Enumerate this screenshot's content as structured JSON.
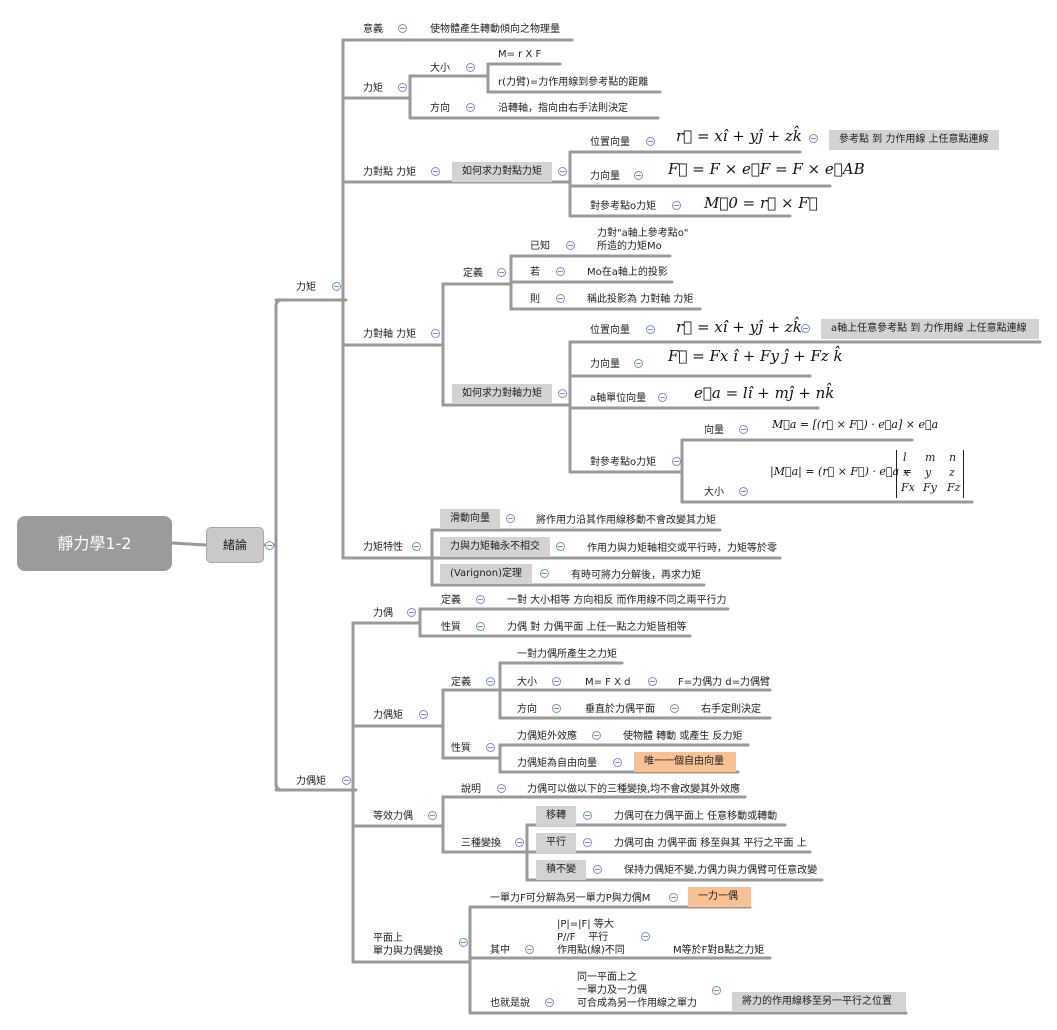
{
  "root": "靜力學1-2",
  "main": "緒論",
  "moment": {
    "label": "力矩",
    "meaning": {
      "label": "意義",
      "desc": "使物體產生轉動傾向之物理量"
    },
    "torque": {
      "label": "力矩",
      "magnitude": {
        "label": "大小",
        "formula": "M= r X F",
        "lever": "r(力臂)=力作用線到參考點的距離"
      },
      "direction": {
        "label": "方向",
        "desc": "沿轉軸，指向由右手法則決定"
      }
    },
    "about_point": {
      "label": "力對點 力矩",
      "how": "如何求力對點力矩",
      "position": {
        "label": "位置向量",
        "formula": "r⃗ = xî + yĵ + zk̂",
        "note": "參考點 到 力作用線 上任意點連線"
      },
      "force": {
        "label": "力向量",
        "formula": "F⃗ = F × e⃗F = F × e⃗AB"
      },
      "moment_o": {
        "label": "對參考點o力矩",
        "formula": "M⃗0 = r⃗ × F⃗"
      }
    },
    "about_axis": {
      "label": "力對軸 力矩",
      "definition": {
        "label": "定義",
        "known": {
          "label": "已知",
          "desc": "力對\"a軸上參考點o\"\n所造的力矩Mo"
        },
        "if": {
          "label": "若",
          "desc": "Mo在a軸上的投影"
        },
        "then": {
          "label": "則",
          "desc": "稱此投影為 力對軸 力矩"
        }
      },
      "how": "如何求力對軸力矩",
      "position": {
        "label": "位置向量",
        "formula": "r⃗ = xî + yĵ + zk̂",
        "note": "a軸上任意參考點 到 力作用線 上任意點連線"
      },
      "force": {
        "label": "力向量",
        "formula": "F⃗ = Fx î + Fy ĵ + Fz k̂"
      },
      "unit": {
        "label": "a軸單位向量",
        "formula": "e⃗a = lî + mĵ + nk̂"
      },
      "moment_o": {
        "label": "對參考點o力矩",
        "vector": {
          "label": "向量",
          "formula": "M⃗a = [(r⃗ × F⃗) · e⃗a] × e⃗a"
        },
        "magnitude": {
          "label": "大小",
          "formula": "|M⃗a| = (r⃗ × F⃗) · e⃗a =",
          "matrix": [
            "l",
            "m",
            "n",
            "x",
            "y",
            "z",
            "Fx",
            "Fy",
            "Fz"
          ]
        }
      }
    },
    "properties": {
      "label": "力矩特性",
      "items": [
        {
          "label": "滑動向量",
          "desc": "將作用力沿其作用線移動不會改變其力矩"
        },
        {
          "label": "力與力矩軸永不相交",
          "desc": "作用力與力矩軸相交或平行時，力矩等於零"
        },
        {
          "label": "(Varignon)定理",
          "desc": "有時可將力分解後，再求力矩"
        }
      ]
    }
  },
  "couple": {
    "label": "力偶矩",
    "couple": {
      "label": "力偶",
      "definition": {
        "label": "定義",
        "desc": "一對 大小相等 方向相反 而作用線不同之兩平行力"
      },
      "property": {
        "label": "性質",
        "desc": "力偶 對 力偶平面 上任一點之力矩皆相等"
      }
    },
    "couple_moment": {
      "label": "力偶矩",
      "definition": {
        "label": "定義",
        "desc": "一對力偶所產生之力矩",
        "magnitude": {
          "label": "大小",
          "formula": "M= F X d",
          "note": "F=力偶力 d=力偶臂"
        },
        "direction": {
          "label": "方向",
          "desc": "垂直於力偶平面",
          "note": "右手定則決定"
        }
      },
      "property": {
        "label": "性質",
        "external": {
          "label": "力偶矩外效應",
          "desc": "使物體 轉動 或產生 反力矩"
        },
        "free": {
          "label": "力偶矩為自由向量",
          "note": "唯一一個自由向量"
        }
      }
    },
    "equivalent": {
      "label": "等效力偶",
      "explain": {
        "label": "說明",
        "desc": "力偶可以做以下的三種變換,均不會改變其外效應"
      },
      "transforms": {
        "label": "三種變換",
        "items": [
          {
            "label": "移轉",
            "desc": "力偶可在力偶平面上  任意移動或轉動"
          },
          {
            "label": "平行",
            "desc": "力偶可由 力偶平面 移至與其 平行之平面 上"
          },
          {
            "label": "積不變",
            "desc": "保持力偶矩不變,力偶力與力偶臂可任意改變"
          }
        ]
      }
    },
    "plane": {
      "label": "平面上\n單力與力偶變換",
      "single": {
        "label": "一單力F可分解為另一單力P與力偶M",
        "note": "一力一偶"
      },
      "among": {
        "label": "其中",
        "desc": "|P|=|F| 等大\nP//F    平行\n作用點(線)不同",
        "note": "M等於F對B點之力矩"
      },
      "thatis": {
        "label": "也就是說",
        "desc": "同一平面上之\n一單力及一力偶\n可合成為另一作用線之單力",
        "note": "將力的作用線移至另一平行之位置"
      }
    }
  }
}
